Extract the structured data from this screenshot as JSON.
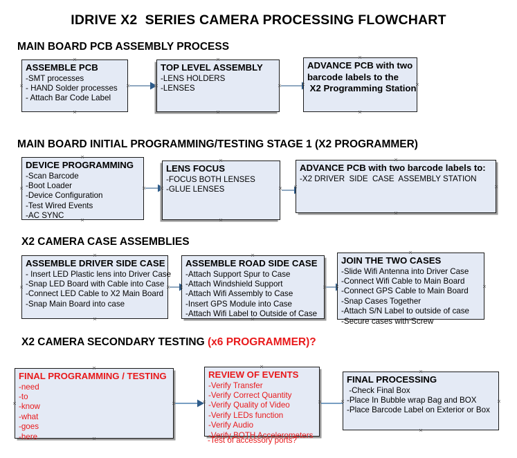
{
  "document": {
    "title": "IDRIVE X2  SERIES CAMERA PROCESSING FLOWCHART"
  },
  "colors": {
    "box_fill": "#E4EAF5",
    "box_border": "#1A1A1A",
    "text": "#000000",
    "red_accent": "#E8191B",
    "arrow_line": "#8FA8C0",
    "arrow_head": "#2E5C8A",
    "shadow": "#9A9A9A"
  },
  "sections": [
    {
      "id": "main-board-pcb-assembly",
      "heading": "MAIN BOARD PCB ASSEMBLY PROCESS",
      "heading_red": "",
      "nodes": [
        {
          "id": "assemble-pcb",
          "title": "ASSEMBLE PCB",
          "lines": [
            "-SMT processes",
            "- HAND Solder processes",
            "- Attach Bar Code Label"
          ]
        },
        {
          "id": "top-level-assembly",
          "title": "TOP LEVEL ASSEMBLY",
          "lines": [
            "-LENS HOLDERS",
            "-LENSES"
          ]
        },
        {
          "id": "advance-pcb-programming-station",
          "title": "ADVANCE PCB with two",
          "lines": [
            "barcode labels to the",
            " X2 Programming Station"
          ]
        }
      ]
    },
    {
      "id": "main-board-initial-programming",
      "heading": "MAIN BOARD INITIAL PROGRAMMING/TESTING STAGE 1 (X2 PROGRAMMER)",
      "heading_red": "",
      "nodes": [
        {
          "id": "device-programming",
          "title": "DEVICE PROGRAMMING",
          "lines": [
            "-Scan Barcode",
            "-Boot Loader",
            "-Device Configuration",
            "-Test Wired Events",
            "-AC SYNC"
          ]
        },
        {
          "id": "lens-focus",
          "title": "LENS FOCUS",
          "lines": [
            "-FOCUS BOTH LENSES",
            "-GLUE LENSES"
          ]
        },
        {
          "id": "advance-pcb-driver-side-case",
          "title": "ADVANCE PCB with two barcode labels to:",
          "lines": [
            "-X2 DRIVER  SIDE  CASE  ASSEMBLY STATION"
          ]
        }
      ]
    },
    {
      "id": "x2-camera-case-assemblies",
      "heading": "X2 CAMERA CASE ASSEMBLIES",
      "heading_red": "",
      "nodes": [
        {
          "id": "assemble-driver-side-case",
          "title": "ASSEMBLE DRIVER SIDE CASE",
          "lines": [
            "- Insert LED Plastic lens into Driver Case",
            "-Snap LED Board with Cable into Case",
            "-Connect LED Cable to X2 Main Board",
            "-Snap Main Board into case"
          ]
        },
        {
          "id": "assemble-road-side-case",
          "title": "ASSEMBLE ROAD SIDE CASE",
          "lines": [
            "-Attach Support Spur to Case",
            "-Attach Windshield Support",
            "-Attach Wifi Assembly to Case",
            "-Insert GPS Module into Case",
            "-Attach Wifi Label to Outside of Case"
          ]
        },
        {
          "id": "join-the-two-cases",
          "title": "JOIN THE TWO CASES",
          "lines": [
            "-Slide Wifi Antenna into Driver Case",
            "-Connect Wifi Cable to Main Board",
            "-Connect GPS Cable to Main Board",
            "-Snap Cases Together",
            "-Attach S/N Label to outside of case",
            "-Secure cases with Screw"
          ]
        }
      ]
    },
    {
      "id": "x2-camera-secondary-testing",
      "heading": "X2 CAMERA SECONDARY TESTING ",
      "heading_red": "(x6 PROGRAMMER)?",
      "nodes": [
        {
          "id": "final-programming-testing",
          "title": "FINAL PROGRAMMING / TESTING",
          "lines": [
            "-need",
            "-to",
            "-know",
            "-what",
            "-goes",
            "-here"
          ]
        },
        {
          "id": "review-of-events",
          "title": "REVIEW OF EVENTS",
          "lines": [
            "-Verify Transfer",
            "-Verify Correct Quantity",
            "-Verify Quality of Video",
            "-Verify LEDs function",
            "-Verify Audio",
            "-Verify BOTH Accelerometers"
          ],
          "overflow_line": "-Test of accessory ports?"
        },
        {
          "id": "final-processing",
          "title": "FINAL PROCESSING",
          "lines": [
            " -Check Final Box",
            "-Place In Bubble wrap Bag and BOX",
            "-Place Barcode Label on Exterior or Box"
          ]
        }
      ]
    }
  ]
}
